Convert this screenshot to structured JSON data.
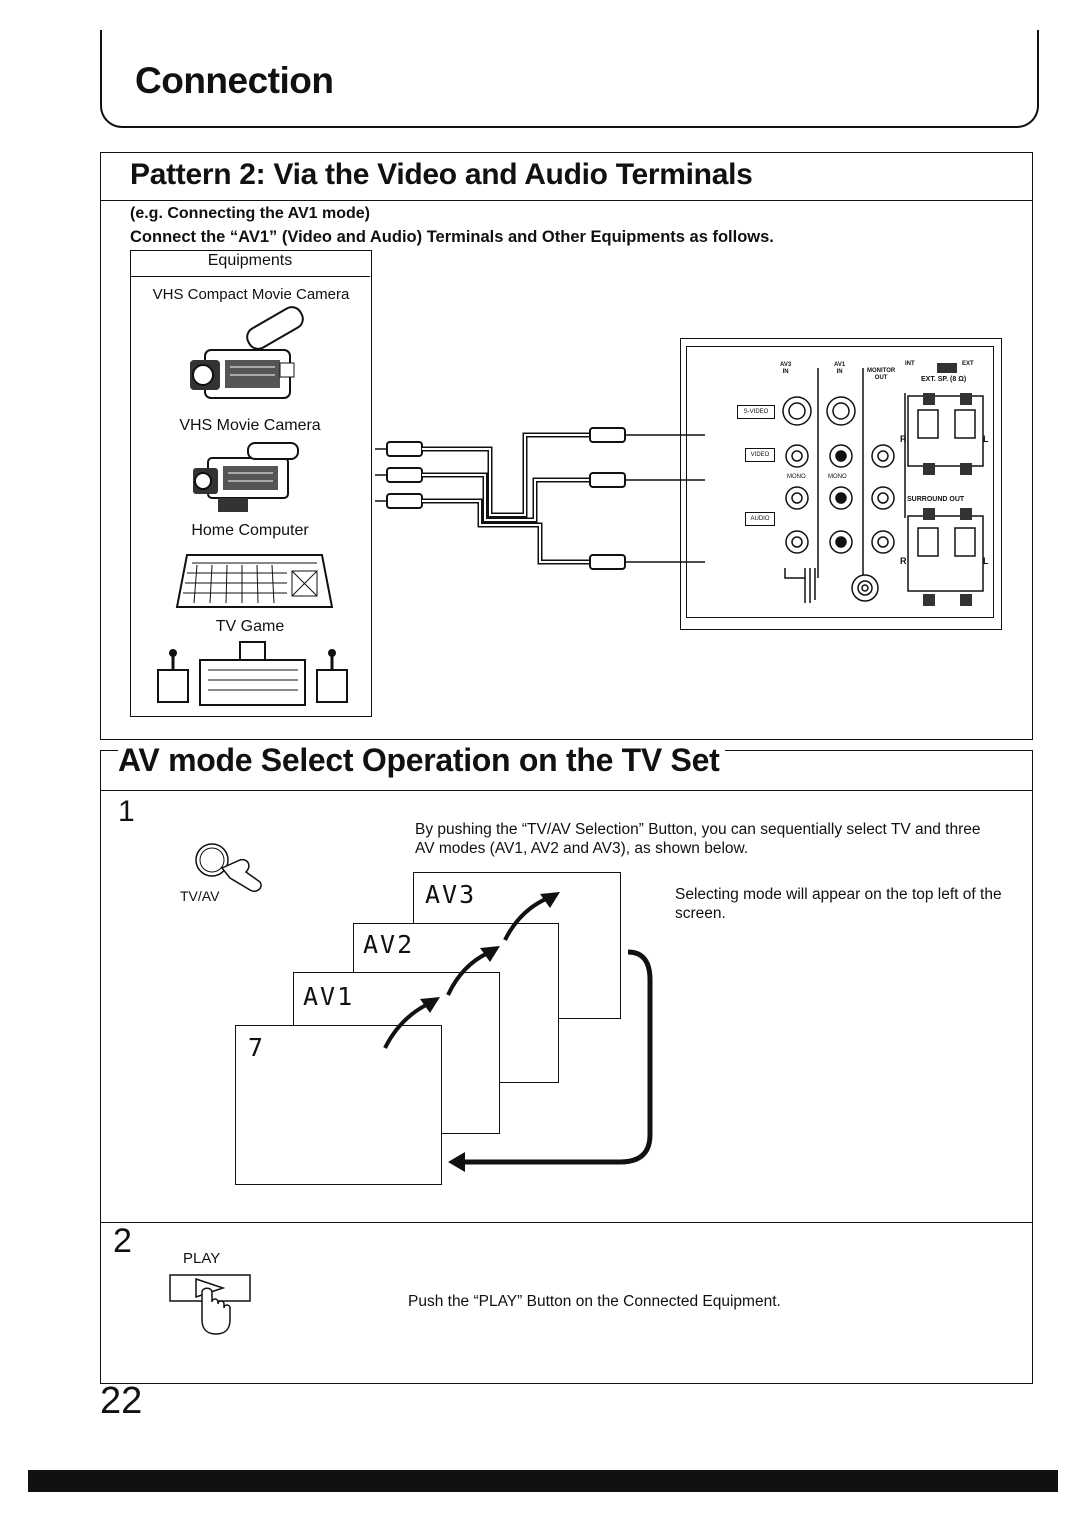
{
  "page": {
    "title": "Connection",
    "page_number": "22"
  },
  "pattern_section": {
    "heading": "Pattern 2: Via the Video and Audio Terminals",
    "example": "(e.g. Connecting the AV1 mode)",
    "instruction": "Connect the “AV1” (Video and Audio) Terminals and Other Equipments as follows.",
    "equipments_header": "Equipments",
    "equipments": [
      "VHS Compact Movie Camera",
      "VHS Movie Camera",
      "Home Computer",
      "TV Game"
    ]
  },
  "terminal_panel": {
    "av3_in": "AV3\nIN",
    "av1_in": "AV1\nIN",
    "monitor_out": "MONITOR\nOUT",
    "int_label": "INT",
    "ext_label": "EXT",
    "ext_sp": "EXT. SP. (8 Ω)",
    "s_video": "S-VIDEO",
    "video": "VIDEO",
    "audio": "AUDIO",
    "mono": "MONO",
    "surround_out": "SURROUND OUT",
    "r_label": "R",
    "l_label": "L"
  },
  "av_section": {
    "heading": "AV mode Select Operation on the TV Set",
    "step1": {
      "number": "1",
      "button_label": "TV/AV",
      "description": "By pushing the “TV/AV Selection” Button, you can sequentially select TV and three AV modes (AV1, AV2 and AV3), as shown below.",
      "note": "Selecting mode will appear on the top left of the screen.",
      "screens": [
        "AV3",
        "AV2",
        "AV1",
        "7"
      ]
    },
    "step2": {
      "number": "2",
      "button_label": "PLAY",
      "description": "Push the “PLAY” Button on the Connected Equipment."
    }
  }
}
